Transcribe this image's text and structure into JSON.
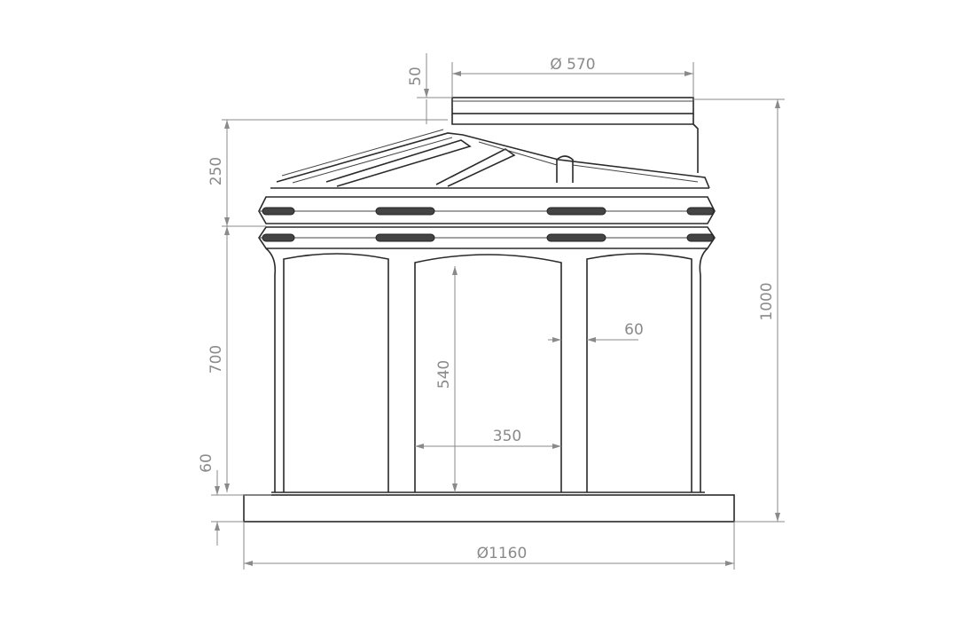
{
  "drawing": {
    "dimensions": {
      "top_diameter": "Ø 570",
      "collar_height": "50",
      "roof_height": "250",
      "body_height": "700",
      "base_height": "60",
      "total_height": "1000",
      "opening_height": "540",
      "opening_width": "350",
      "column_width": "60",
      "base_diameter": "Ø1160"
    }
  },
  "colors": {
    "line": "#2a2a2a",
    "dimension": "#8a8a8a"
  }
}
